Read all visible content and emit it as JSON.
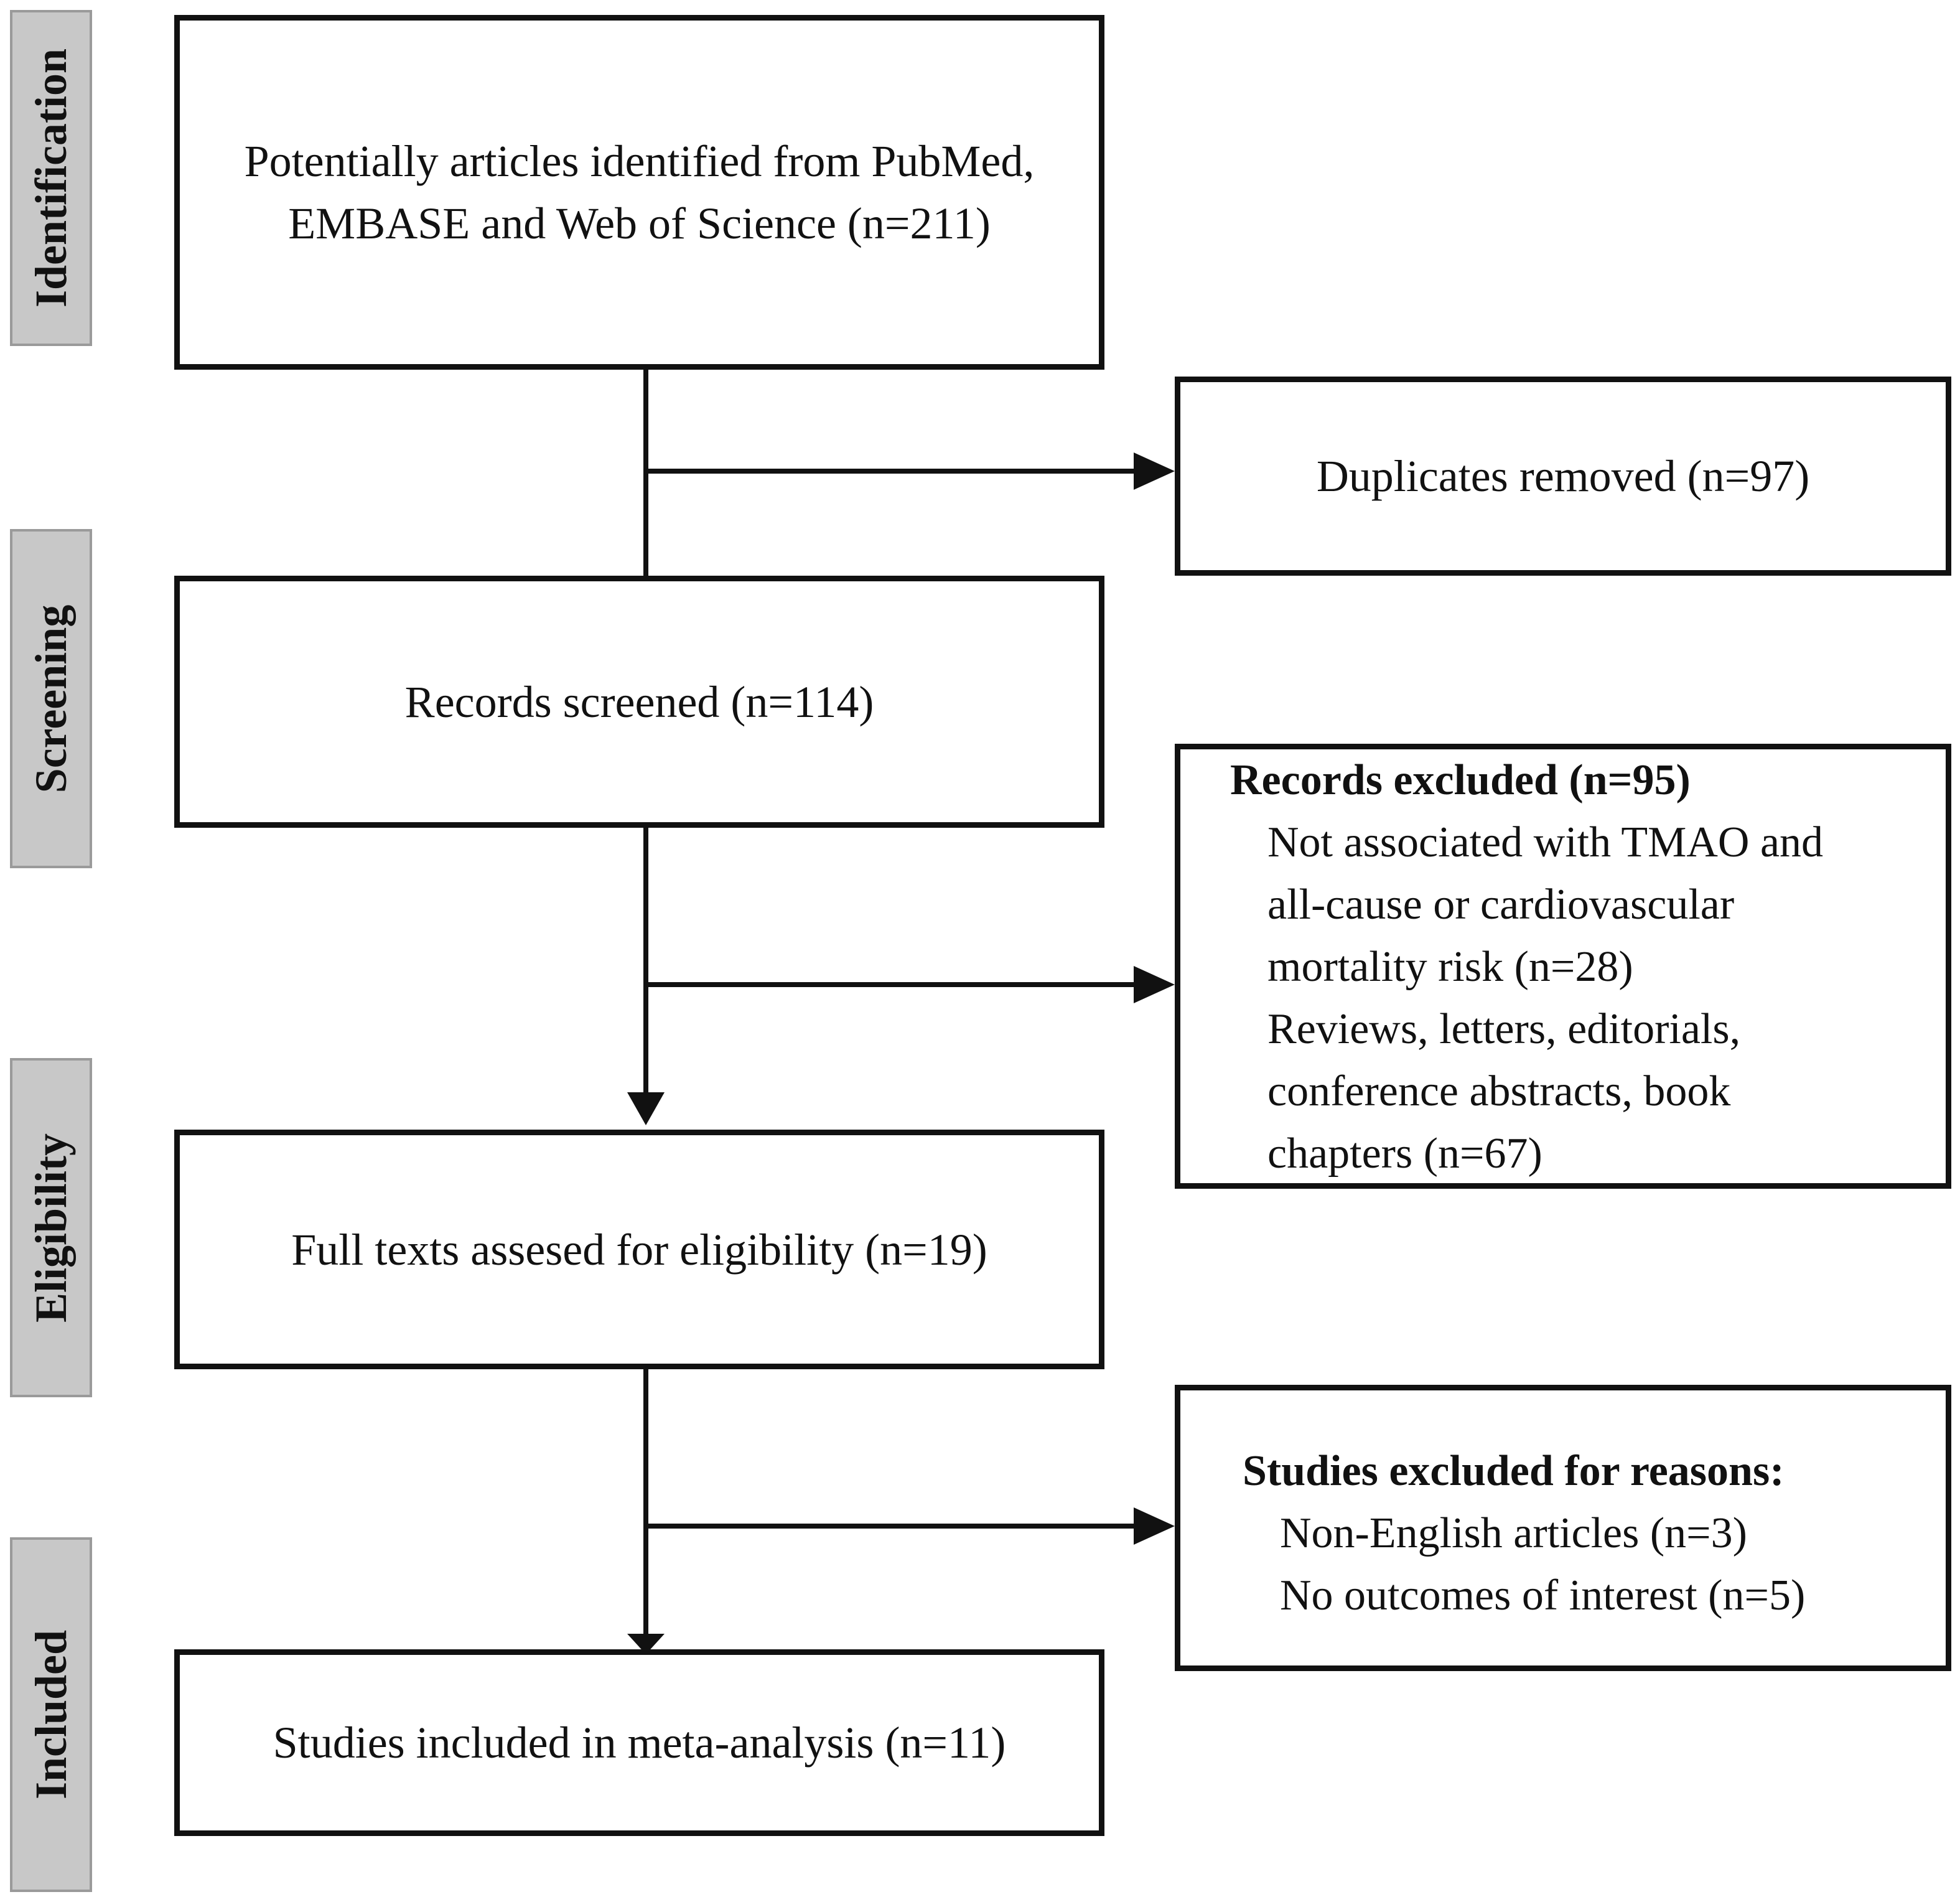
{
  "stages": {
    "identification": "Identification",
    "screening": "Screening",
    "eligibility": "Eligibility",
    "included": "Included"
  },
  "boxes": {
    "identified": {
      "line1": "Potentially articles identified from PubMed,",
      "line2": "EMBASE and Web of Science (n=211)"
    },
    "duplicates": "Duplicates removed (n=97)",
    "screened": "Records screened (n=114)",
    "records_excluded": {
      "title": "Records  excluded (n=95)",
      "lines": [
        "Not associated with TMAO and",
        "all-cause or cardiovascular",
        "mortality risk (n=28)",
        "Reviews, letters, editorials,",
        "conference abstracts, book",
        "chapters (n=67)"
      ]
    },
    "full_texts": "Full texts assesed for eligibility (n=19)",
    "studies_excluded": {
      "title": "Studies excluded for reasons:",
      "lines": [
        "Non-English articles (n=3)",
        "No outcomes of interest (n=5)"
      ]
    },
    "included": "Studies included in meta-analysis (n=11)"
  }
}
